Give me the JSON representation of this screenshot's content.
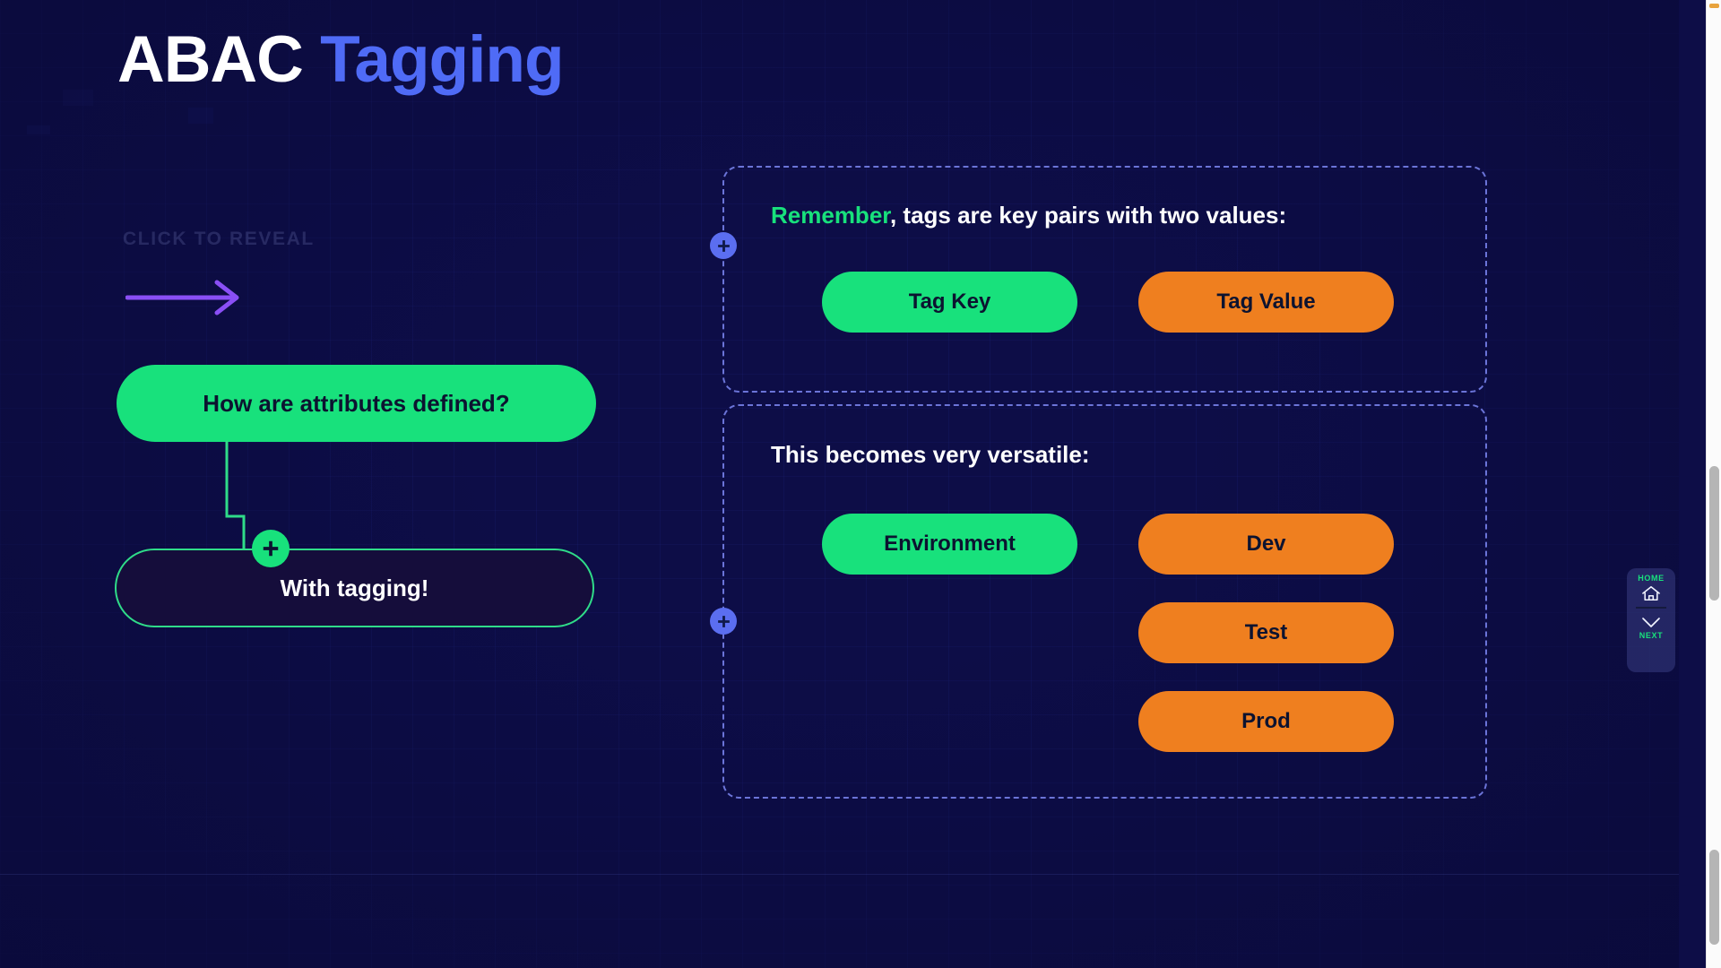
{
  "page": {
    "title_part_1": "ABAC",
    "title_part_2": "Tagging",
    "background_color": "#0d0d47",
    "accent_green": "#18e17c",
    "accent_orange": "#ef7f1f",
    "accent_blue": "#4f6bf6",
    "accent_purple": "#8a4ff5",
    "dashed_border_color": "#6b74d8"
  },
  "left_panel": {
    "reveal_hint": "CLICK TO REVEAL",
    "arrow_icon": "arrow-right-icon",
    "question_pill": "How are attributes defined?",
    "answer_pill": "With tagging!",
    "answer_plus_icon": "plus-icon",
    "connector_icon": "elbow-connector-line"
  },
  "cards": [
    {
      "plus_icon": "plus-icon",
      "heading_highlight": "Remember",
      "heading_rest": ", tags are key pairs with two values:",
      "buttons": [
        {
          "label": "Tag Key",
          "color": "green"
        },
        {
          "label": "Tag Value",
          "color": "orange"
        }
      ]
    },
    {
      "plus_icon": "plus-icon",
      "heading_highlight": "",
      "heading_rest": "This becomes very versatile:",
      "buttons": [
        {
          "label": "Environment",
          "color": "green"
        },
        {
          "label": "Dev",
          "color": "orange"
        },
        {
          "label": "Test",
          "color": "orange"
        },
        {
          "label": "Prod",
          "color": "orange"
        }
      ]
    }
  ],
  "side_nav": {
    "home_label": "HOME",
    "home_icon": "house-icon",
    "next_label": "NEXT",
    "next_icon": "chevron-down-icon"
  }
}
